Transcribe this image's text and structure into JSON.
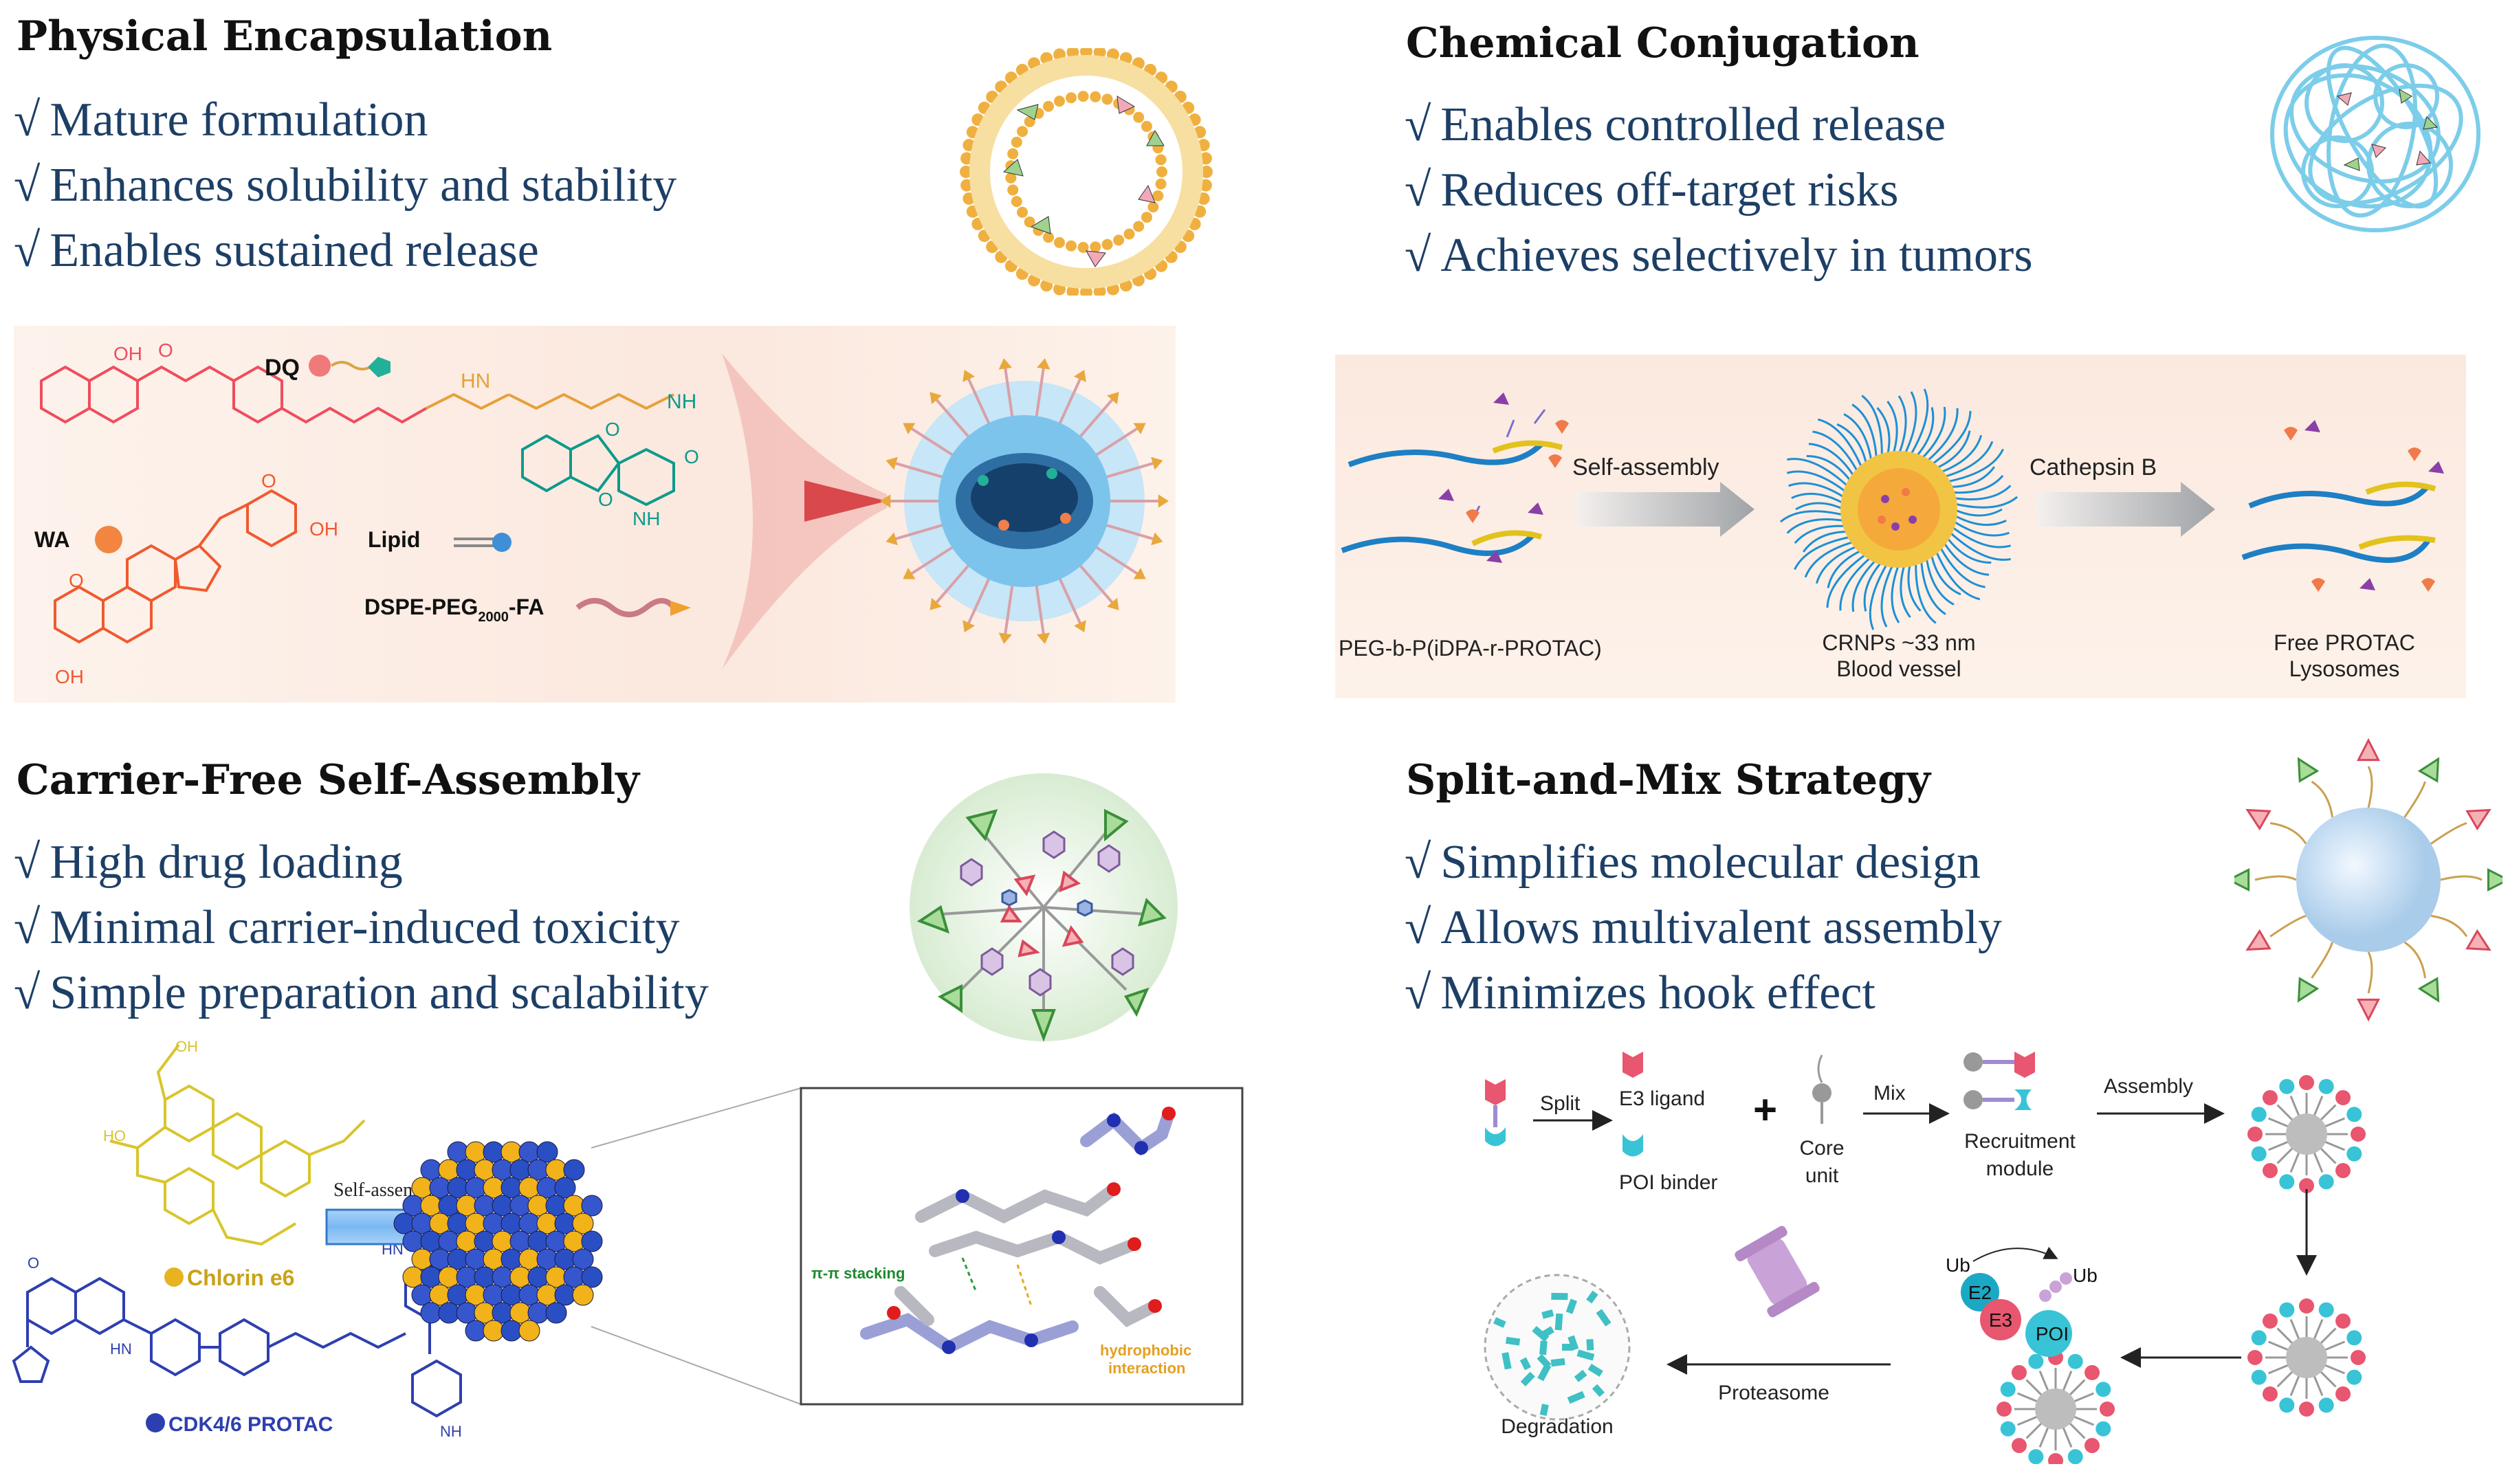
{
  "physical": {
    "title": "Physical Encapsulation",
    "bullets": [
      "Mature formulation",
      "Enhances solubility and stability",
      "Enables sustained release"
    ],
    "panel": {
      "dq": "DQ",
      "wa": "WA",
      "lipid": "Lipid",
      "dspe": "DSPE-PEG",
      "dspe_sub": "2000",
      "dspe_suffix": "-FA"
    }
  },
  "chemical": {
    "title": "Chemical Conjugation",
    "bullets": [
      "Enables controlled release",
      "Reduces off-target risks",
      "Achieves selectively in tumors"
    ],
    "panel": {
      "self_assembly": "Self-assembly",
      "cathepsin": "Cathepsin B",
      "polymer": "PEG-b-P(iDPA-r-PROTAC)",
      "crnps": "CRNPs ~33 nm",
      "blood": "Blood vessel",
      "free": "Free PROTAC",
      "lyso": "Lysosomes"
    }
  },
  "carrier": {
    "title": "Carrier-Free Self-Assembly",
    "bullets": [
      "High drug loading",
      "Minimal carrier-induced toxicity",
      "Simple preparation and scalability"
    ],
    "panel": {
      "self_assembly": "Self-assembly",
      "chlorin": "Chlorin e6",
      "protac": "CDK4/6 PROTAC",
      "pi": "π-π stacking",
      "hydro1": "hydrophobic",
      "hydro2": "interaction"
    }
  },
  "split": {
    "title": "Split-and-Mix Strategy",
    "bullets": [
      "Simplifies molecular design",
      "Allows multivalent assembly",
      "Minimizes hook effect"
    ],
    "panel": {
      "split": "Split",
      "e3": "E3 ligand",
      "poi_binder": "POI binder",
      "core1": "Core",
      "core2": "unit",
      "mix": "Mix",
      "recruit1": "Recruitment",
      "recruit2": "module",
      "assembly": "Assembly",
      "ub1": "Ub",
      "ub2": "Ub",
      "e2": "E2",
      "e3b": "E3",
      "poi": "POI",
      "proteasome": "Proteasome",
      "degradation": "Degradation"
    }
  },
  "check_mark": "√",
  "colors": {
    "bullet_text": "#1d3f66",
    "panel_bg": "#fbeee6",
    "pink": "#e8566f",
    "cyan": "#38c4d6",
    "blue": "#2c4fc1",
    "yellow": "#e8c53a"
  }
}
